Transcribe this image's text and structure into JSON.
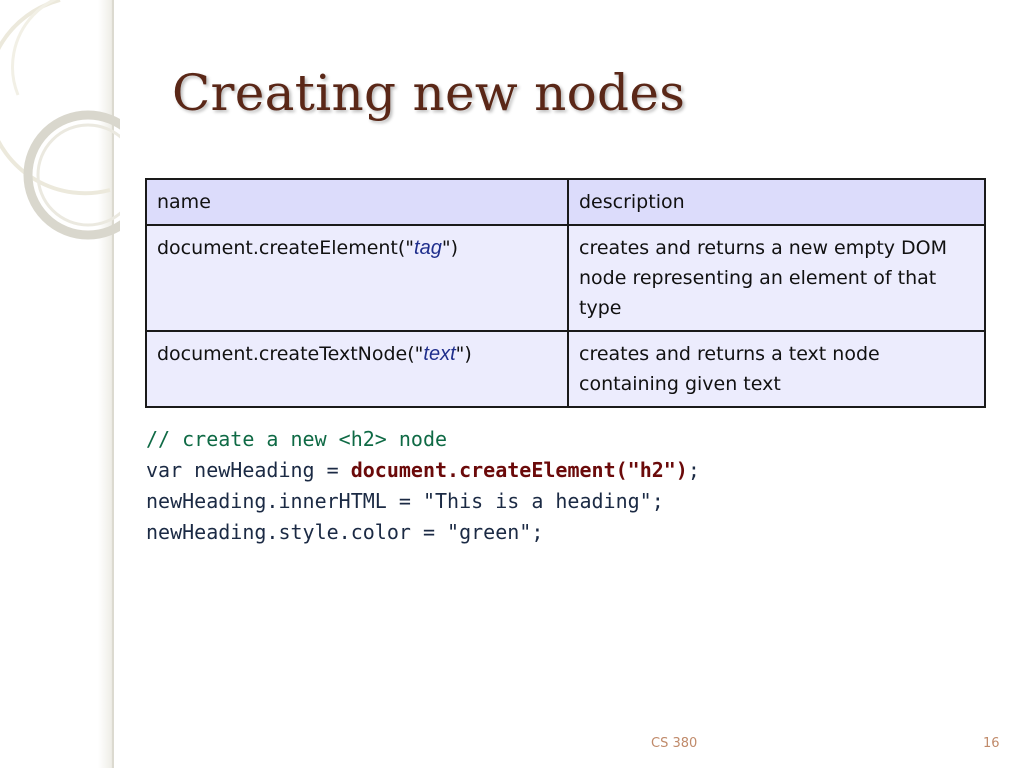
{
  "slide": {
    "title": "Creating new nodes",
    "footer_course": "CS 380",
    "page_number": "16"
  },
  "table": {
    "headers": {
      "name": "name",
      "description": "description"
    },
    "rows": [
      {
        "name_prefix": "document.createElement(\"",
        "name_arg": "tag",
        "name_suffix": "\")",
        "description": "creates and returns a new empty DOM node representing an element of that type"
      },
      {
        "name_prefix": "document.createTextNode(\"",
        "name_arg": "text",
        "name_suffix": "\")",
        "description": "creates and returns a text node containing given text"
      }
    ]
  },
  "code": {
    "comment": "// create a new <h2> node",
    "line2_prefix": "var newHeading = ",
    "line2_highlight": "document.createElement(\"h2\")",
    "line2_suffix": ";",
    "line3": "newHeading.innerHTML = \"This is a heading\";",
    "line4": "newHeading.style.color = \"green\";"
  },
  "colors": {
    "title": "#5a2717",
    "table_header_bg": "#dcdcfb",
    "table_cell_bg": "#ececfd",
    "code_comment": "#0f6a45",
    "code_highlight": "#6b0a0a",
    "footer": "#c08a6a"
  }
}
